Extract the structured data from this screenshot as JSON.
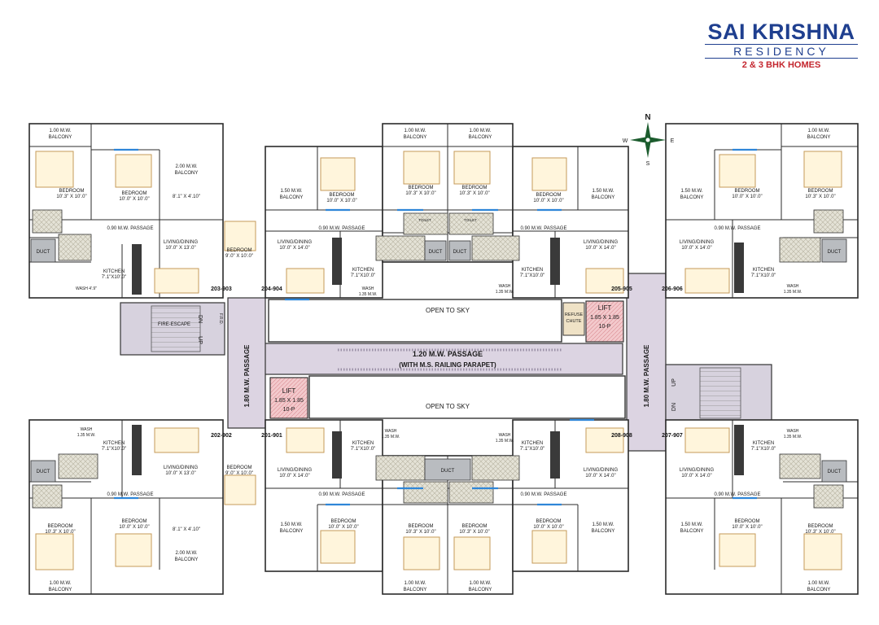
{
  "brand": {
    "name": "SAI KRISHNA",
    "sub": "RESIDENCY",
    "tagline": "2 & 3 BHK HOMES"
  },
  "compass": {
    "n": "N",
    "s": "S",
    "e": "E",
    "w": "W"
  },
  "core": {
    "open_to_sky": "OPEN TO SKY",
    "passage_main": "1.20 M.W. PASSAGE",
    "passage_railing": "(WITH M.S. RAILING PARAPET)",
    "passage_side": "1.80 M.W. PASSAGE",
    "lift": "LIFT",
    "lift_size": "1.85 X 1.85",
    "lift_cap": "10-P",
    "refuse": "REFUSE",
    "chute": "CHUTE",
    "fire_escape": "FIRE-ESCAPE",
    "up": "UP",
    "dn": "DN",
    "frd": "F.R.D."
  },
  "units": {
    "u203": "203-903",
    "u204": "204-904",
    "u205": "205-905",
    "u206": "206-906",
    "u202": "202-902",
    "u201": "201-901",
    "u208": "208-908",
    "u207": "207-907"
  },
  "rooms": {
    "balcony_100": "1.00 M.W.",
    "balcony_150": "1.50 M.W.",
    "balcony_200": "2.00 M.W.",
    "balcony": "BALCONY",
    "bedroom": "BEDROOM",
    "bed_103x100": "10'.3\" X 10'.0\"",
    "bed_100x100": "10'.0\" X 10'.0\"",
    "bed_90x100": "9'.0\" X 10'.0\"",
    "balc_81x410": "8'.1\" X 4'.10\"",
    "living": "LIVING/DINING",
    "liv_100x130": "10'.0\" X 13'.0\"",
    "liv_100x140": "10'.0\" X 14'.0\"",
    "kitchen": "KITCHEN",
    "kit_71x100": "7'.1\"X10'.0\"",
    "passage_090": "0.90 M.W. PASSAGE",
    "duct": "DUCT",
    "toilet": "TOILET",
    "wash": "WASH",
    "wash_135": "1.35 M.W.",
    "wash_49": "WASH 4'.9\""
  }
}
